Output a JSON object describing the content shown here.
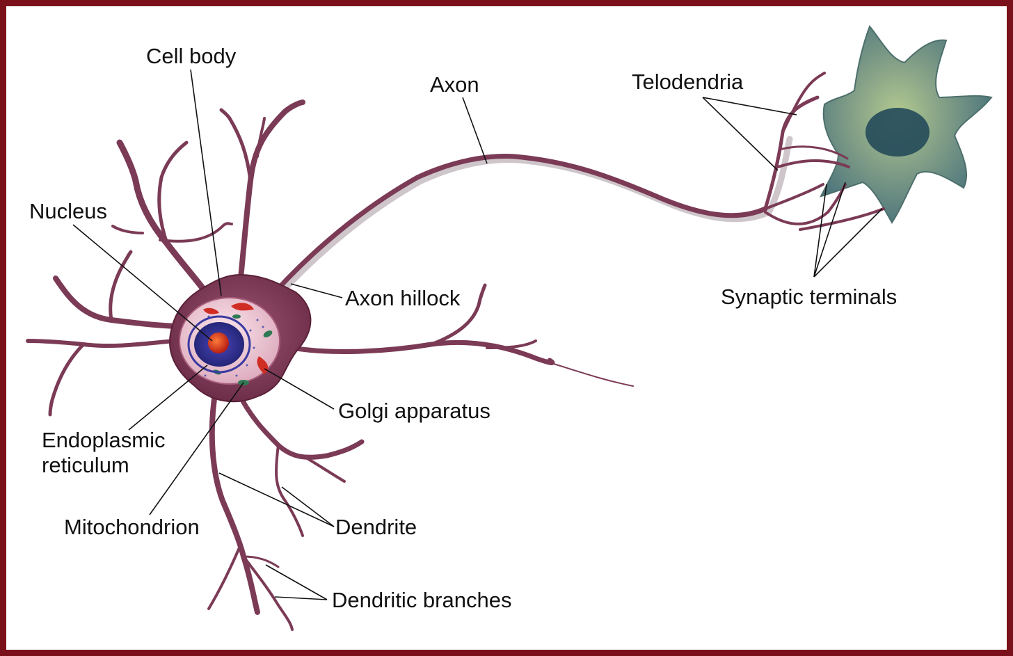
{
  "colors": {
    "frame": "#7a111a",
    "neuron_membrane": "#7b3a55",
    "neuron_highlight": "#b0708a",
    "neuron_shadow": "#3c1a2c",
    "nucleus": "#2b2f8f",
    "nucleolus": "#d9341c",
    "golgi": "#d02d24",
    "mitochondria": "#2f7a54",
    "cytoplasm": "#f0c8d4",
    "target_cell": "#5f8a7e",
    "target_cell_nucleus": "#244a5a",
    "leader_line": "#111111"
  },
  "labels": {
    "cell_body": "Cell body",
    "axon": "Axon",
    "telodendria": "Telodendria",
    "nucleus": "Nucleus",
    "axon_hillock": "Axon hillock",
    "synaptic_terminals": "Synaptic terminals",
    "golgi_apparatus": "Golgi apparatus",
    "endoplasmic_reticulum_line1": "Endoplasmic",
    "endoplasmic_reticulum_line2": "reticulum",
    "mitochondrion": "Mitochondrion",
    "dendrite": "Dendrite",
    "dendritic_branches": "Dendritic branches"
  }
}
